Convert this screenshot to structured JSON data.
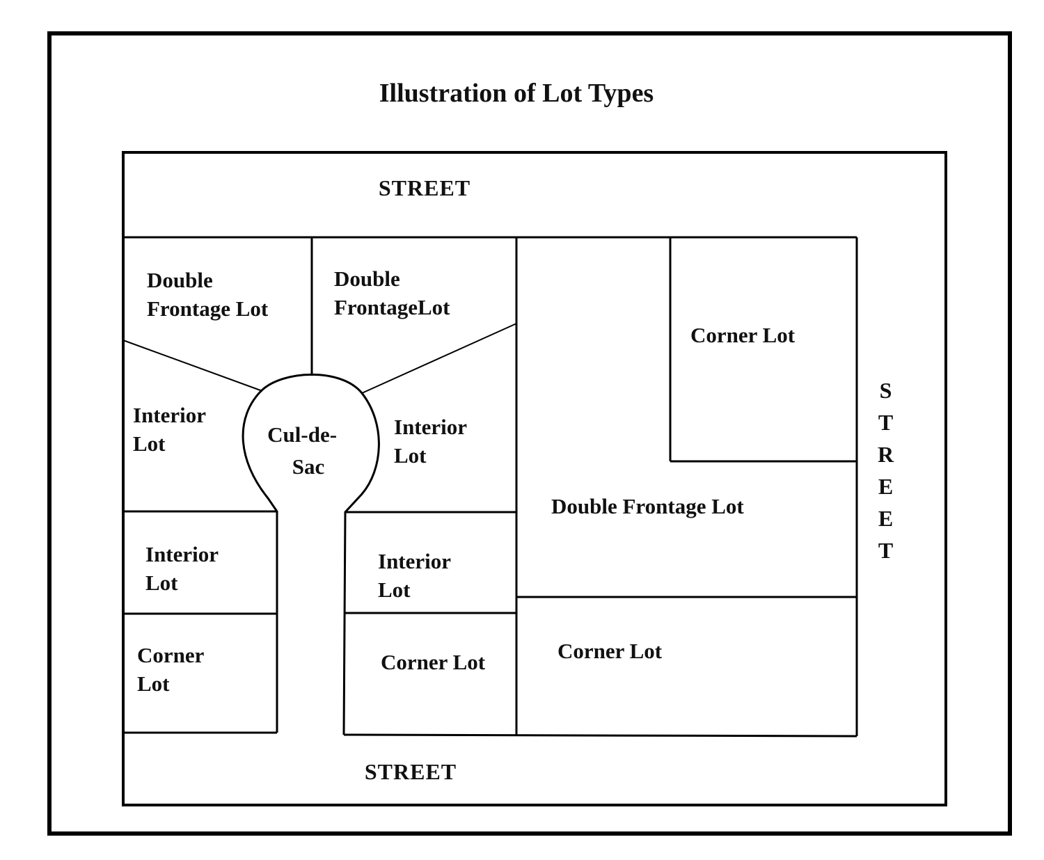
{
  "title": "Illustration of Lot Types",
  "streets": {
    "top": "STREET",
    "bottom": "STREET",
    "right_letters": [
      "S",
      "T",
      "R",
      "E",
      "E",
      "T"
    ]
  },
  "cul_de_sac": [
    "Cul-de-",
    "Sac"
  ],
  "lots": {
    "double_frontage_1": [
      "Double",
      "Frontage Lot"
    ],
    "double_frontage_2": [
      "Double",
      "FrontageLot"
    ],
    "interior_left_upper": [
      "Interior",
      "Lot"
    ],
    "interior_right_upper": [
      "Interior",
      "Lot"
    ],
    "interior_left_lower": [
      "Interior",
      "Lot"
    ],
    "interior_right_lower": [
      "Interior",
      "Lot"
    ],
    "corner_left": [
      "Corner",
      "Lot"
    ],
    "corner_middle": "Corner Lot",
    "corner_top_right": "Corner Lot",
    "double_frontage_right": "Double Frontage Lot",
    "corner_bottom_right": "Corner Lot"
  }
}
